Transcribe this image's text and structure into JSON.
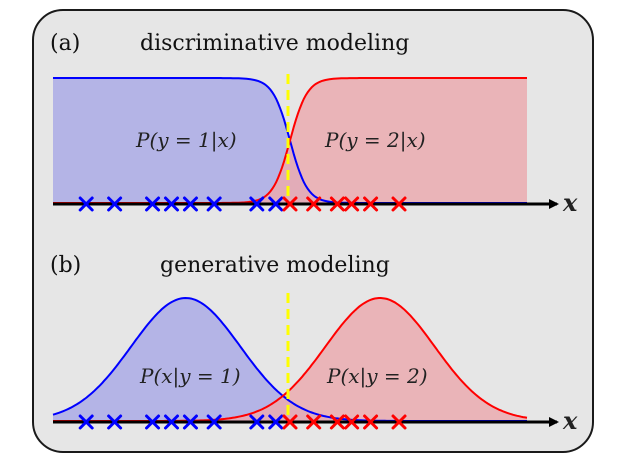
{
  "panels": [
    {
      "letter": "(a)",
      "title": "discriminative modeling",
      "axis_label": "x",
      "class1_label": "P(y = 1|x)",
      "class2_label": "P(y = 2|x)"
    },
    {
      "letter": "(b)",
      "title": "generative modeling",
      "axis_label": "x",
      "class1_label": "P(x|y = 1)",
      "class2_label": "P(x|y = 2)"
    }
  ],
  "colors": {
    "background": "#e6e6e6",
    "frame": "#1a1a1a",
    "class1": "#0000ff",
    "class1_fill": "#aeaee6",
    "class2": "#ff0000",
    "class2_fill": "#eaaaaf",
    "boundary": "#ffff00",
    "axis": "#000000"
  },
  "markers": {
    "class1_x": [
      0.07,
      0.13,
      0.21,
      0.25,
      0.29,
      0.34,
      0.43,
      0.47
    ],
    "class2_x": [
      0.5,
      0.55,
      0.6,
      0.63,
      0.67,
      0.73
    ]
  },
  "boundary_x": 0.5
}
